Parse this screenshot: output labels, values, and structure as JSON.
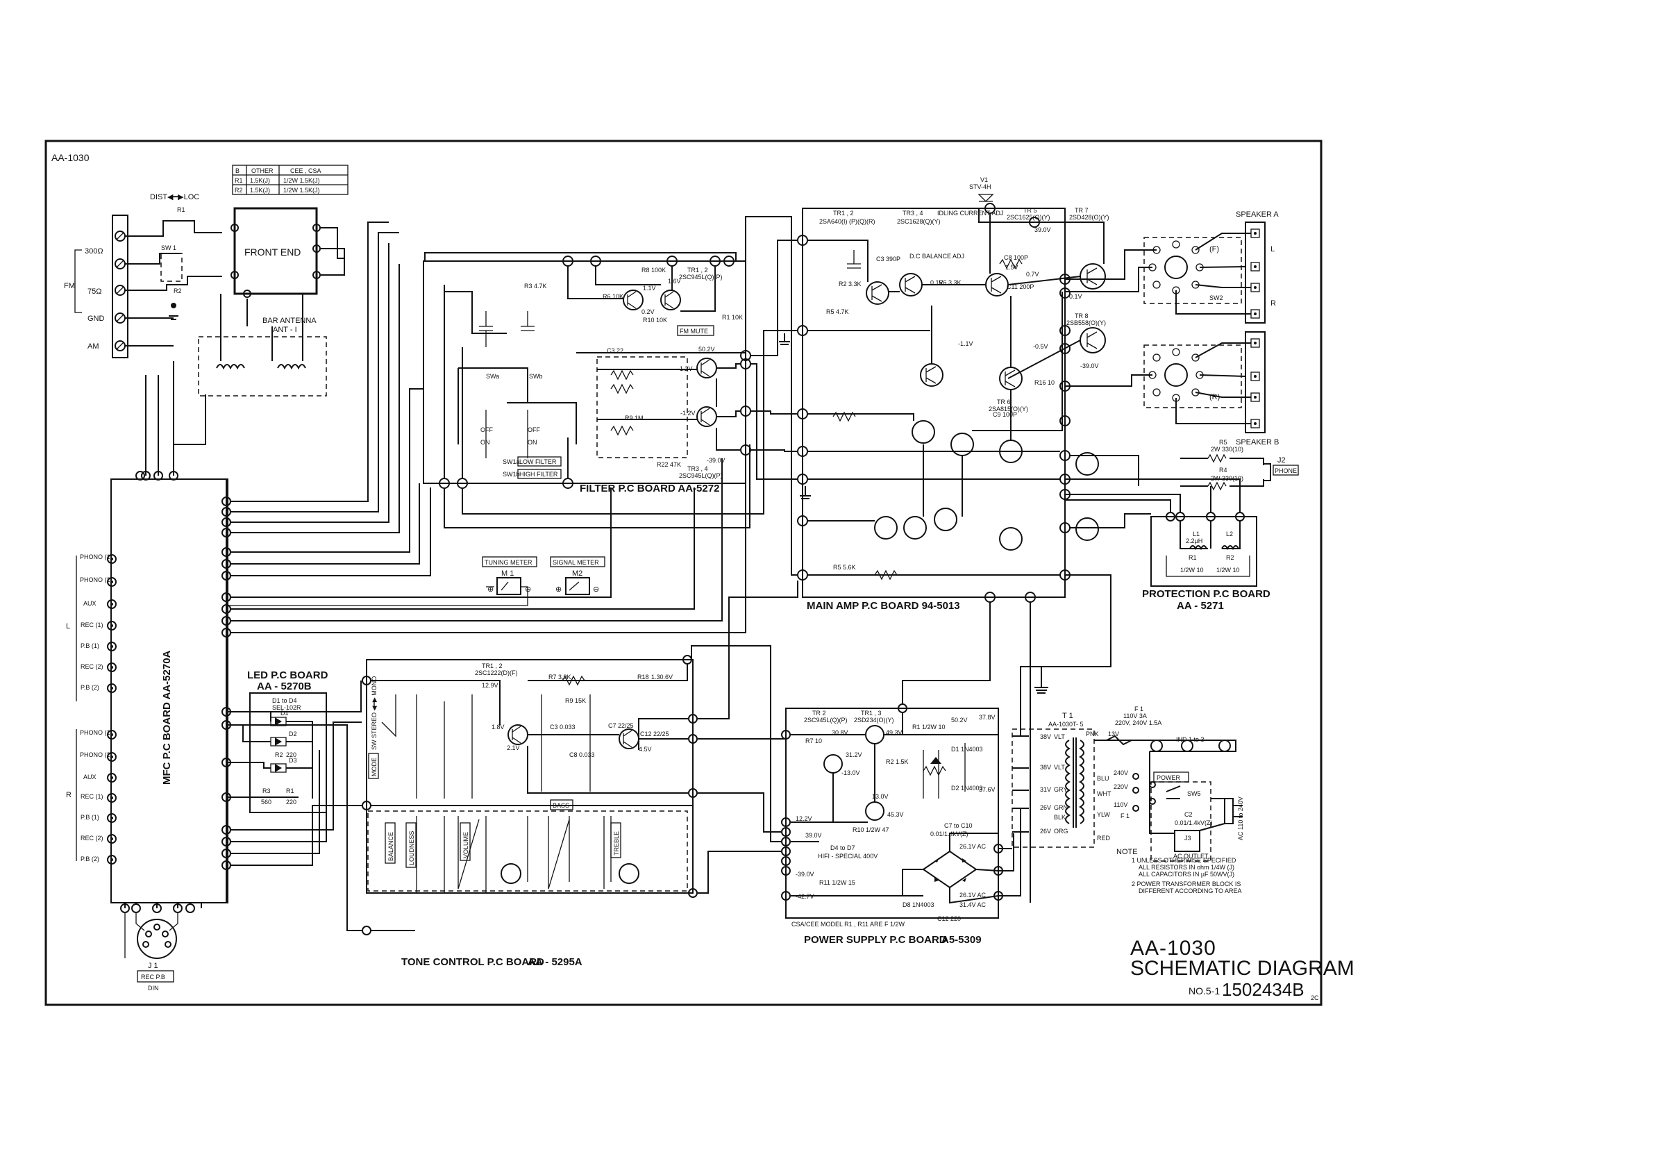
{
  "sheet": {
    "model_top_left": "AA-1030",
    "title_model": "AA-1030",
    "title_main": "SCHEMATIC DIAGRAM",
    "title_no_prefix": "NO.5-1",
    "title_part_no": "1502434B",
    "title_suffix": "2C"
  },
  "resistor_table": {
    "header": [
      "B",
      "OTHER",
      "CEE , CSA"
    ],
    "rows": [
      [
        "R1",
        "1.5K(J)",
        "1/2W 1.5K(J)"
      ],
      [
        "R2",
        "1.5K(J)",
        "1/2W 1.5K(J)"
      ]
    ]
  },
  "antenna": {
    "dist_loc": "DIST◀━▶LOC",
    "sw1": "SW 1",
    "r1": "R1",
    "r2": "R2",
    "fm_label": "FM",
    "terminals": [
      "300Ω",
      "75Ω",
      "GND",
      "AM"
    ],
    "front_end": "FRONT END",
    "bar_antenna": "BAR ANTENNA",
    "ant": "ANT - I"
  },
  "filter_board": {
    "title": "FILTER P.C BOARD AA-5272",
    "tr12": "TR1 , 2",
    "tr12_type": "2SC945L(Q)(P)",
    "tr34": "TR3 , 4",
    "tr34_type": "2SC945L(Q)(P)",
    "fm_mute": "FM MUTE",
    "low_filter": "LOW FILTER",
    "high_filter": "HIGH FILTER",
    "sw1a": "SW1a",
    "sw1b": "SW1b",
    "swa": "SWa",
    "swb": "SWb",
    "voltages": [
      "1.1V",
      "1.6V",
      "0.2V",
      "50.2V",
      "-1.2V",
      "-1.2V",
      "-39.0V"
    ],
    "parts": [
      "R3 4.7K",
      "R6 10K",
      "R8 100K",
      "R10 10K",
      "R22 47K",
      "C3 22",
      "R9 1M",
      "R1 10K",
      "OFF",
      "ON",
      "OFF",
      "ON"
    ]
  },
  "main_amp": {
    "title": "MAIN AMP P.C BOARD 94-5013",
    "v1": "V1",
    "v1_type": "STV-4H",
    "tr12": "TR1 , 2",
    "tr12_type": "2SA640(I) (P)(Q)(R)",
    "tr34": "TR3 , 4",
    "tr34_type": "2SC1628(Q)(Y)",
    "idling": "IDLING CURRENT ADJ",
    "dc_balance": "D.C BALANCE ADJ",
    "tr5": "TR 5",
    "tr5_type": "2SC1625(O)(Y)",
    "tr6": "TR 6",
    "tr6_type": "2SA815(O)(Y)",
    "tr7": "TR 7",
    "tr7_type": "2SD428(O)(Y)",
    "tr8": "TR 8",
    "tr8_type": "2SB558(O)(Y)",
    "voltages": [
      "39.0V",
      "0.7V",
      "0.1V",
      "-1.1V",
      "-0.5V",
      "-39.0V",
      "1.5V",
      "0.1V"
    ],
    "parts": [
      "R2 3.3K",
      "R5 4.7K",
      "C3 390P",
      "R6 3.3K",
      "C8 100P",
      "C11 200P",
      "R5 5.6K",
      "R16 10",
      "C9 100P"
    ]
  },
  "protection": {
    "title": "PROTECTION P.C BOARD",
    "part": "AA - 5271",
    "r1": "R1",
    "r1_val": "1/2W 10",
    "r2": "R2",
    "r2_val": "1/2W 10",
    "l1": "L1",
    "l2": "L2",
    "l_val": "2.2µH"
  },
  "speaker": {
    "a": "SPEAKER A",
    "b": "SPEAKER B",
    "f": "(F)",
    "r": "(R)",
    "sw2": "SW2",
    "l": "L",
    "r_ch": "R",
    "r5": "R5",
    "r5_val": "2W 330(10)",
    "r4": "R4",
    "r4_val": "2W 330(10)",
    "j2": "J2",
    "phone": "PHONE"
  },
  "meters": {
    "tuning": "TUNING METER",
    "m1": "M 1",
    "signal": "SIGNAL METER",
    "m2": "M2"
  },
  "mfc": {
    "board": "MFC P.C BOARD AA-5270A",
    "l": "L",
    "r": "R",
    "jacks_l": [
      "PHONO (1)",
      "PHONO (2)",
      "AUX",
      "REC (1)",
      "P.B (1)",
      "REC (2)",
      "P.B (2)"
    ],
    "jacks_r": [
      "PHONO (1)",
      "PHONO (2)",
      "AUX",
      "REC (1)",
      "P.B (1)",
      "REC (2)",
      "P.B (2)"
    ],
    "j1": "J 1",
    "din_1": "REC P.B",
    "din_2": "DIN"
  },
  "led_board": {
    "title": "LED P.C BOARD",
    "part": "AA - 5270B",
    "d1_d4": "D1 to D4",
    "d_type": "SEL-102R",
    "d1": "D1",
    "d2": "D2",
    "d3": "D3",
    "r2": "R2",
    "r2_val": "220",
    "r1": "R1",
    "r1_val": "220",
    "r3": "R3",
    "r3_val": "560"
  },
  "tone_board": {
    "title": "TONE CONTROL P.C BOARD",
    "part": "AA - 5295A",
    "tr12": "TR1 , 2",
    "tr12_type": "2SC1222(D)(F)",
    "controls": [
      "MODE",
      "BALANCE",
      "LOUDNESS",
      "VOLUME",
      "BASS",
      "TREBLE"
    ],
    "stereo_mono": "SW STEREO ◀━▶ MONO",
    "voltages": [
      "12.9V",
      "1.8V",
      "2.1V",
      "4.5V",
      "1.30.6V"
    ],
    "parts": [
      "R7 3.9K",
      "R9 15K",
      "R18",
      "C3 0.033",
      "C12 22/25",
      "C7 22/25",
      "C8 0.033"
    ]
  },
  "power": {
    "title": "POWER SUPPLY P.C BOARD",
    "part": "A5-5309",
    "tr2": "TR 2",
    "tr2_type": "2SC945L(Q)(P)",
    "tr13": "TR1 , 3",
    "tr13_type": "2SD234(O)(Y)",
    "diodes": "D4 to D7",
    "diode_type": "HIFI - SPECIAL  400V",
    "d8": "D8 1N4003",
    "d1": "D1 1N4003",
    "d2": "D2 1N4003",
    "csa_note": "CSA/CEE MODEL R1 , R11 ARE F 1/2W",
    "voltages": [
      "30.8V",
      "31.2V",
      "49.3V",
      "50.2V",
      "37.8V",
      "12.2V",
      "39.0V",
      "-39.0V",
      "-42.7V",
      "-13.0V",
      "45.3V",
      "13.0V",
      "37.6V",
      "26.1V AC",
      "26.1V AC",
      "31.4V AC"
    ],
    "parts": [
      "R7 10",
      "R1 1/2W 10",
      "R10 1/2W 47",
      "R11 1/2W 15",
      "C7 to C10",
      "0.01/1.4kV(Z)",
      "C12 220",
      "R2 1.5K"
    ]
  },
  "transformer": {
    "t1": "T 1",
    "t1_part": "AA-1030T- 5",
    "f1": "F 1",
    "f1_val": "110V 3A",
    "f1_val2": "220V, 240V 1.5A",
    "ind": "IND 1 to 3",
    "windings": [
      "38V",
      "38V",
      "31V",
      "26V",
      "26V"
    ],
    "colors": [
      "VLT",
      "VLT",
      "GRY",
      "GRN",
      "BLK",
      "ORG"
    ],
    "pri_colors": [
      "PNK",
      "BLU",
      "WHT",
      "YLW",
      "RED"
    ],
    "taps": [
      "13V",
      "240V",
      "220V",
      "110V"
    ],
    "power_label": "POWER",
    "sw5": "SW5",
    "c2": "C2",
    "c2_val": "0.01/1.4kV(Z)",
    "j3": "J3",
    "ac_outlet": "AC OUTLET",
    "ac_in": "AC 110 to 240V"
  },
  "notes": {
    "title": "NOTE",
    "n1": "1 UNLESS OTHERWISE SPECIFIED",
    "n1b": "ALL RESISTORS IN ohm 1/4W (J)",
    "n1c": "ALL CAPACITORS IN µF 50WV(J)",
    "n2": "2 POWER TRANSFORMER BLOCK IS",
    "n2b": "DIFFERENT ACCORDING TO AREA"
  }
}
